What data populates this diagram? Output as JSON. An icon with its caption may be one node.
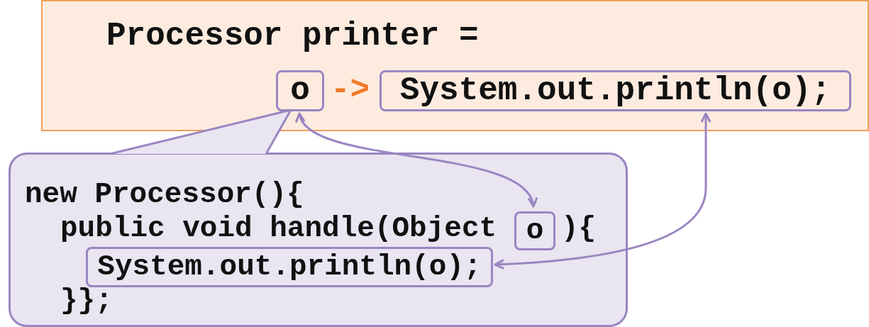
{
  "diagram": {
    "nodes": [
      {
        "text": [
          "Processor printer =",
          "->"
        ]
      },
      {
        "text": [
          "o"
        ],
        "in": 0
      },
      {
        "text": [
          "System.out.println(o);"
        ],
        "in": 0
      },
      {
        "text": [
          "new Processor(){",
          "public void handle(Object",
          "){",
          "}};"
        ]
      },
      {
        "text": [
          "o"
        ],
        "in": 3
      },
      {
        "text": [
          "System.out.println(o);"
        ],
        "in": 3
      }
    ],
    "edges": [
      {
        "from": 1,
        "to": 4,
        "arrow": "both"
      },
      {
        "from": 2,
        "to": 5,
        "arrow": "both"
      },
      {
        "from": 3,
        "to": 1,
        "arrow": "none"
      }
    ]
  }
}
